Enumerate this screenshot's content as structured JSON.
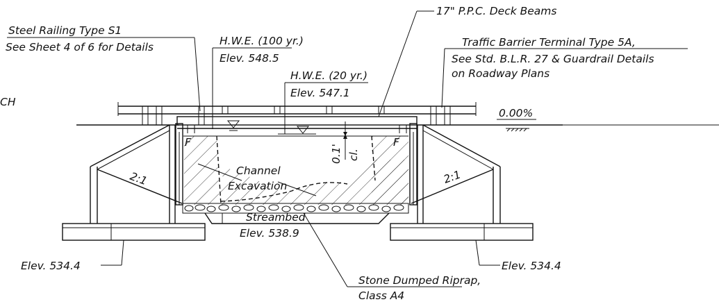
{
  "drawing": {
    "labels": {
      "steel_railing_1": "Steel Railing Type S1",
      "steel_railing_2": "See Sheet 4 of 6 for Details",
      "hwe100_1": "H.W.E. (100 yr.)",
      "hwe100_2": "Elev. 548.5",
      "hwe20_1": "H.W.E. (20 yr.)",
      "hwe20_2": "Elev. 547.1",
      "deck_beams": "17\" P.P.C. Deck Beams",
      "barrier_1": "Traffic Barrier Terminal Type 5A,",
      "barrier_2": "See Std. B.L.R. 27 & Guardrail Details",
      "barrier_3": "on Roadway Plans",
      "grade": "0.00%",
      "ch_fragment": "CH",
      "channel_1": "Channel",
      "channel_2": "Excavation",
      "clearance_1": "0.1'",
      "clearance_2": "cl.",
      "slope_left": "2:1",
      "slope_right": "2:1",
      "f_left": "F",
      "f_right": "F",
      "streambed_1": "Streambed",
      "streambed_2": "Elev. 538.9",
      "elev_left": "Elev. 534.4",
      "elev_right": "Elev. 534.4",
      "riprap_1": "Stone Dumped Riprap,",
      "riprap_2": "Class A4"
    },
    "colors": {
      "ink": "#111111",
      "background": "#ffffff"
    }
  }
}
